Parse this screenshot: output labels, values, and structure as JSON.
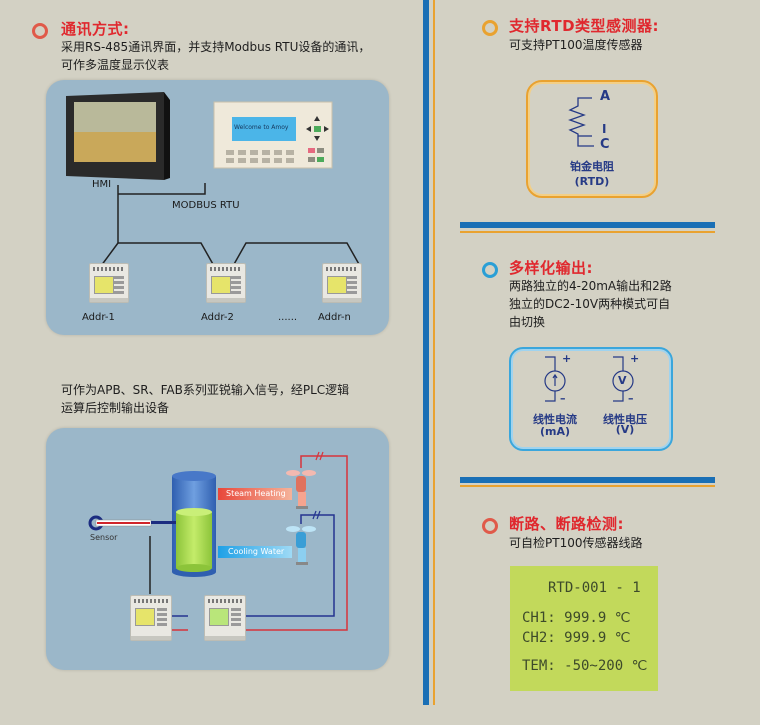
{
  "left": {
    "section1": {
      "bullet_color": "#e05a4a",
      "title": "通讯方式:",
      "desc_line1": "采用RS-485通讯界面，并支持Modbus RTU设备的通讯，",
      "desc_line2": "可作多温度显示仪表"
    },
    "diagram1": {
      "hmi_label": "HMI",
      "bus_label": "MODBUS RTU",
      "panel_screen_text": "Welcome  to  Amoy",
      "devices": [
        "Addr-1",
        "Addr-2",
        "Addr-n"
      ],
      "ellipsis": "......"
    },
    "section2": {
      "desc_line1": "可作为APB、SR、FAB系列亚锐输入信号，经PLC逻辑",
      "desc_line2": "运算后控制输出设备"
    },
    "diagram2": {
      "sensor_label": "Sensor",
      "steam_label": "Steam Heating",
      "cooling_label": "Cooling Water"
    }
  },
  "right": {
    "rtd": {
      "bullet_color": "#e9a230",
      "title": "支持RTD类型感测器:",
      "desc": "可支持PT100温度传感器",
      "terminal_a": "A",
      "terminal_i": "I",
      "terminal_c": "C",
      "name": "铂金电阻",
      "abbr": "(RTD)"
    },
    "output": {
      "bullet_color": "#2a9fd6",
      "title": "多样化输出:",
      "desc_line1": "两路独立的4-20mA输出和2路",
      "desc_line2": "独立的DC2-10V两种模式可自",
      "desc_line3": "由切换",
      "current_name": "线性电流",
      "current_unit": "(mA)",
      "voltage_name": "线性电压",
      "voltage_unit": "(V)",
      "voltage_symbol": "V",
      "plus": "+",
      "minus": "–"
    },
    "detect": {
      "bullet_color": "#e05a4a",
      "title": "断路、断路检测:",
      "desc": "可自检PT100传感器线路",
      "lcd_line1": "RTD-001 - 1",
      "lcd_line2": "CH1: 999.9 ℃",
      "lcd_line3": "CH2: 999.9 ℃",
      "lcd_line4": "TEM: -50~200 ℃"
    }
  }
}
